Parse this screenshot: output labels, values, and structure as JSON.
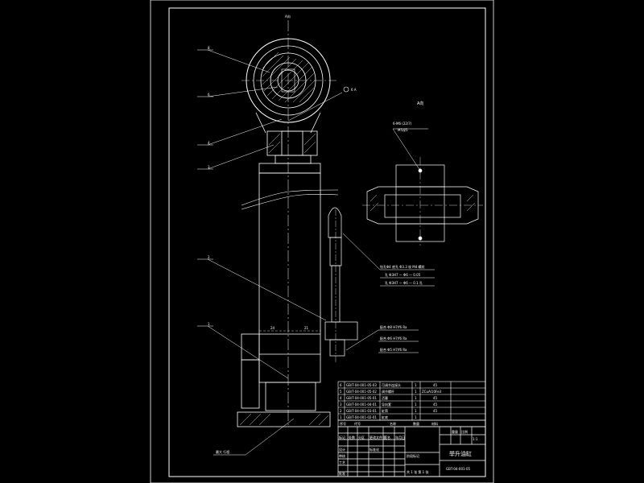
{
  "colors": {
    "background": "#000000",
    "line": "#ffffff",
    "accent_magenta": "#ff33cc",
    "accent_yellow": "#ffff33",
    "accent_cyan": "#33ffff",
    "accent_red": "#ff3333"
  },
  "top_center_label": "A向",
  "section_label": "A向",
  "balloons": [
    "8",
    "6",
    "4",
    "3",
    "2",
    "1"
  ],
  "right_small_label": "6 A",
  "callout_1_title": "6-M6 (22/7)",
  "callout_1_sub": "M5深5",
  "callout_2": [
    "钻孔Φ4 底孔 Φ3.3 攻 M4 螺纹",
    "孔 Φ3H7 — Φ6 — 0.05",
    "孔 Φ3H7 — Φ6 — 0.1 孔"
  ],
  "callout_3": [
    "配合 Φ8 H7/f6 Ra",
    "配合 Φ6 H7/f6 Ra",
    "配合 Φ5 H7/f6 Ra"
  ],
  "dim_small": "24",
  "dim_small_2": "21",
  "bottom_left_label": "最大 行程",
  "parts_table": {
    "rows": [
      [
        "6",
        "GB/T-04-001-05-03",
        "可调节连接头",
        "1",
        "45"
      ],
      [
        "5",
        "GB/T-04-001-05-02",
        "调节螺杆",
        "1",
        "ZCuAl10Fe3"
      ],
      [
        "4",
        "GB/T-04-001-05-01",
        "活塞",
        "1",
        "45"
      ],
      [
        "3",
        "GB/T-04-001-04-01",
        "导向套",
        "1",
        "45"
      ],
      [
        "2",
        "GB/T-04-001-03-01",
        "缸筒",
        "1",
        "45"
      ],
      [
        "1",
        "GB/T-04-001-02-01",
        "缸底",
        "1",
        ""
      ]
    ],
    "header": [
      "序号",
      "代号",
      "名称",
      "数量",
      "材料"
    ]
  },
  "title_block": {
    "title": "举升油缸",
    "drawing_no": "GBT-04-001-05",
    "scale_label": "比例",
    "scale_value": "1:1",
    "sheet": "共 1 张 第 1 张",
    "weight_label": "重量",
    "field_labels": [
      "标记",
      "处数",
      "分区",
      "更改文件号",
      "签名",
      "年月日",
      "设计",
      "标准化",
      "审核",
      "工艺",
      "批准",
      "阶段标记"
    ]
  }
}
